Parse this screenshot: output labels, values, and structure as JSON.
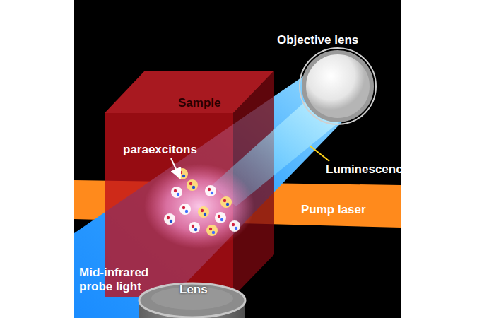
{
  "diagram": {
    "nodes": [
      {
        "text": [
          "Sample"
        ]
      },
      {
        "text": [
          "Objective lens"
        ]
      },
      {
        "text": [
          "Pump laser"
        ]
      },
      {
        "text": [
          "Lens"
        ]
      }
    ],
    "labels": [
      "paraexcitons",
      "Luminescence",
      "Mid-infrared probe light"
    ]
  }
}
